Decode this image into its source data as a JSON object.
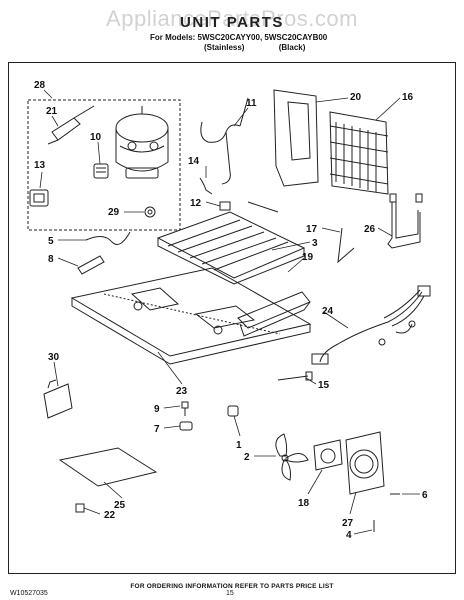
{
  "watermark": "AppliancePartsPros.com",
  "header": {
    "title": "UNIT PARTS",
    "models": "For Models: 5WSC20CAYY00, 5WSC20CAYB00",
    "variant_left": "(Stainless)",
    "variant_right": "(Black)"
  },
  "callouts": [
    "28",
    "21",
    "10",
    "13",
    "29",
    "5",
    "8",
    "11",
    "14",
    "12",
    "20",
    "16",
    "3",
    "19",
    "17",
    "26",
    "24",
    "30",
    "23",
    "15",
    "9",
    "7",
    "1",
    "2",
    "18",
    "27",
    "6",
    "4",
    "25",
    "22"
  ],
  "footer": {
    "ordering_note": "FOR ORDERING INFORMATION REFER TO PARTS PRICE LIST",
    "doc_number": "W10527035",
    "page_number": "15"
  }
}
